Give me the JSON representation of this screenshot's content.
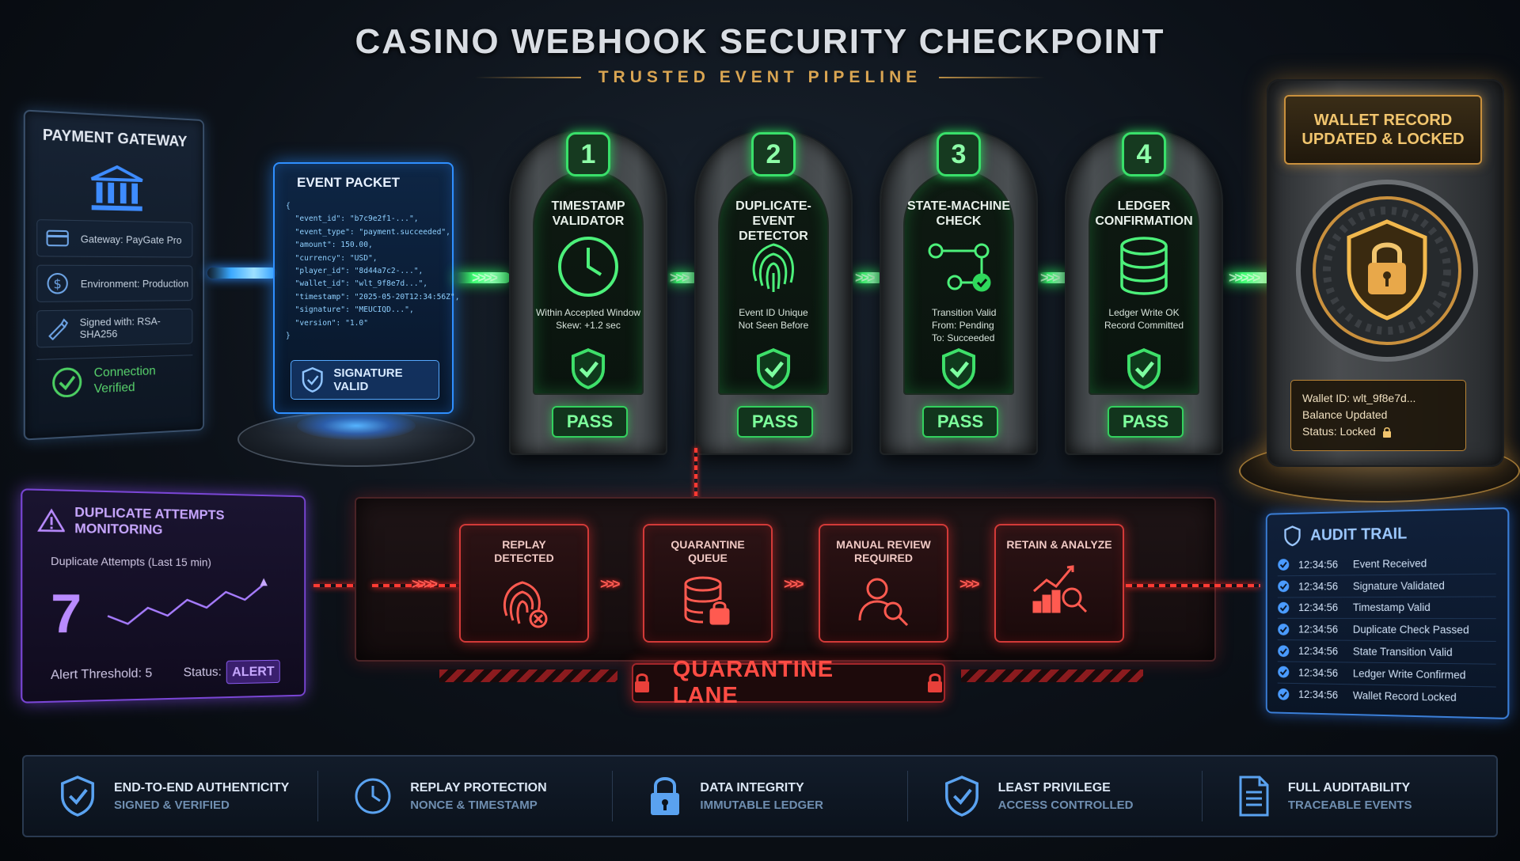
{
  "header": {
    "title": "CASINO WEBHOOK SECURITY CHECKPOINT",
    "subtitle": "TRUSTED EVENT PIPELINE"
  },
  "gateway": {
    "title": "PAYMENT GATEWAY",
    "icon": "bank-icon",
    "rows": [
      {
        "icon": "card-icon",
        "label": "Gateway: PayGate Pro"
      },
      {
        "icon": "dollar-icon",
        "label": "Environment: Production"
      },
      {
        "icon": "pen-icon",
        "label": "Signed with: RSA-SHA256"
      }
    ],
    "status": "Connection Verified"
  },
  "packet": {
    "title": "EVENT PACKET",
    "code": "{\n  \"event_id\": \"b7c9e2f1-...\",\n  \"event_type\": \"payment.succeeded\",\n  \"amount\": 150.00,\n  \"currency\": \"USD\",\n  \"player_id\": \"8d44a7c2-...\",\n  \"wallet_id\": \"wlt_9f8e7d...\",\n  \"timestamp\": \"2025-05-20T12:34:56Z\",\n  \"signature\": \"MEUCIQD...\",\n  \"version\": \"1.0\"\n}",
    "signature_status": "SIGNATURE VALID"
  },
  "gates": [
    {
      "number": "1",
      "title": "TIMESTAMP\nVALIDATOR",
      "icon": "clock-icon",
      "detail": "Within Accepted Window\nSkew: +1.2 sec",
      "status": "PASS"
    },
    {
      "number": "2",
      "title": "DUPLICATE-EVENT\nDETECTOR",
      "icon": "fingerprint-icon",
      "detail": "Event ID Unique\nNot Seen Before",
      "status": "PASS"
    },
    {
      "number": "3",
      "title": "STATE-MACHINE\nCHECK",
      "icon": "state-flow-icon",
      "detail": "Transition Valid\nFrom: Pending\nTo:  Succeeded",
      "status": "PASS"
    },
    {
      "number": "4",
      "title": "LEDGER\nCONFIRMATION",
      "icon": "database-icon",
      "detail": "Ledger Write OK\nRecord Committed",
      "status": "PASS"
    }
  ],
  "vault": {
    "title": "WALLET RECORD\nUPDATED & LOCKED",
    "wallet_id": "Wallet ID: wlt_9f8e7d...",
    "balance": "Balance Updated",
    "status": "Status: Locked"
  },
  "duplicates": {
    "title": "DUPLICATE ATTEMPTS MONITORING",
    "subtitle": "Duplicate Attempts (Last 15 min)",
    "count": "7",
    "threshold": "Alert Threshold: 5",
    "status_label": "Status:",
    "status_value": "ALERT",
    "trend": [
      3,
      2,
      4,
      3,
      5,
      4,
      6,
      5,
      7
    ]
  },
  "quarantine": {
    "label": "QUARANTINE LANE",
    "steps": [
      {
        "title": "REPLAY\nDETECTED",
        "icon": "fingerprint-x-icon"
      },
      {
        "title": "QUARANTINE\nQUEUE",
        "icon": "database-lock-icon"
      },
      {
        "title": "MANUAL REVIEW\nREQUIRED",
        "icon": "user-search-icon"
      },
      {
        "title": "RETAIN & ANALYZE",
        "icon": "chart-search-icon"
      }
    ]
  },
  "audit": {
    "title": "AUDIT TRAIL",
    "entries": [
      {
        "time": "12:34:56",
        "event": "Event Received"
      },
      {
        "time": "12:34:56",
        "event": "Signature Validated"
      },
      {
        "time": "12:34:56",
        "event": "Timestamp Valid"
      },
      {
        "time": "12:34:56",
        "event": "Duplicate Check Passed"
      },
      {
        "time": "12:34:56",
        "event": "State Transition Valid"
      },
      {
        "time": "12:34:56",
        "event": "Ledger Write Confirmed"
      },
      {
        "time": "12:34:56",
        "event": "Wallet Record Locked"
      }
    ]
  },
  "footer": [
    {
      "icon": "shield-check-icon",
      "title": "END-TO-END AUTHENTICITY",
      "sub": "SIGNED & VERIFIED"
    },
    {
      "icon": "clock-icon",
      "title": "REPLAY PROTECTION",
      "sub": "NONCE & TIMESTAMP"
    },
    {
      "icon": "padlock-icon",
      "title": "DATA INTEGRITY",
      "sub": "IMMUTABLE LEDGER"
    },
    {
      "icon": "shield-check-icon",
      "title": "LEAST PRIVILEGE",
      "sub": "ACCESS CONTROLLED"
    },
    {
      "icon": "document-icon",
      "title": "FULL AUDITABILITY",
      "sub": "TRACEABLE EVENTS"
    }
  ],
  "colors": {
    "pass_green": "#39e06a",
    "quarantine_red": "#ff4c44",
    "gold": "#f1c56e",
    "packet_blue": "#2f8fff",
    "alert_purple": "#8a5cf0"
  }
}
